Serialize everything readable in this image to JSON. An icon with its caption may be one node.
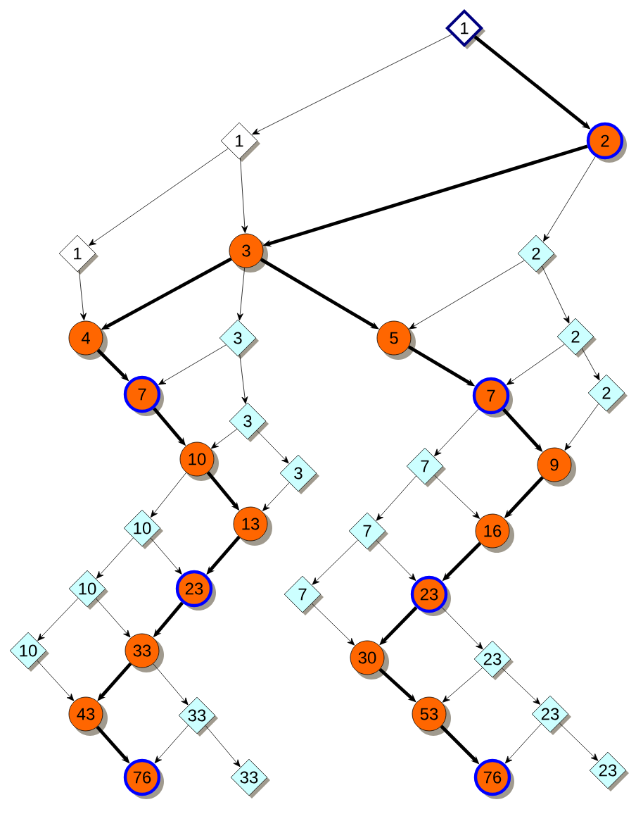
{
  "diagram": {
    "nodes": [
      {
        "text": [
          "1"
        ]
      },
      {
        "text": [
          "1"
        ]
      },
      {
        "text": [
          "2"
        ]
      },
      {
        "text": [
          "1"
        ]
      },
      {
        "text": [
          "3"
        ]
      },
      {
        "text": [
          "2"
        ]
      },
      {
        "text": [
          "4"
        ]
      },
      {
        "text": [
          "3"
        ]
      },
      {
        "text": [
          "5"
        ]
      },
      {
        "text": [
          "2"
        ]
      },
      {
        "text": [
          "7"
        ]
      },
      {
        "text": [
          "3"
        ]
      },
      {
        "text": [
          "7"
        ]
      },
      {
        "text": [
          "2"
        ]
      },
      {
        "text": [
          "10"
        ]
      },
      {
        "text": [
          "3"
        ]
      },
      {
        "text": [
          "7"
        ]
      },
      {
        "text": [
          "9"
        ]
      },
      {
        "text": [
          "10"
        ]
      },
      {
        "text": [
          "13"
        ]
      },
      {
        "text": [
          "7"
        ]
      },
      {
        "text": [
          "16"
        ]
      },
      {
        "text": [
          "10"
        ]
      },
      {
        "text": [
          "23"
        ]
      },
      {
        "text": [
          "7"
        ]
      },
      {
        "text": [
          "23"
        ]
      },
      {
        "text": [
          "10"
        ]
      },
      {
        "text": [
          "33"
        ]
      },
      {
        "text": [
          "30"
        ]
      },
      {
        "text": [
          "23"
        ]
      },
      {
        "text": [
          "43"
        ]
      },
      {
        "text": [
          "33"
        ]
      },
      {
        "text": [
          "53"
        ]
      },
      {
        "text": [
          "23"
        ]
      },
      {
        "text": [
          "76"
        ]
      },
      {
        "text": [
          "33"
        ]
      },
      {
        "text": [
          "76"
        ]
      },
      {
        "text": [
          "23"
        ]
      }
    ],
    "edges": [
      {
        "from": 0,
        "to": 1,
        "arrow": "to"
      },
      {
        "from": 0,
        "to": 2,
        "arrow": "to",
        "style": "thick"
      },
      {
        "from": 1,
        "to": 3,
        "arrow": "to"
      },
      {
        "from": 1,
        "to": 4,
        "arrow": "to"
      },
      {
        "from": 2,
        "to": 4,
        "arrow": "to",
        "style": "thick"
      },
      {
        "from": 2,
        "to": 5,
        "arrow": "to"
      },
      {
        "from": 3,
        "to": 6,
        "arrow": "to"
      },
      {
        "from": 4,
        "to": 6,
        "arrow": "to",
        "style": "thick"
      },
      {
        "from": 4,
        "to": 7,
        "arrow": "to"
      },
      {
        "from": 4,
        "to": 8,
        "arrow": "to",
        "style": "thick"
      },
      {
        "from": 5,
        "to": 8,
        "arrow": "to"
      },
      {
        "from": 5,
        "to": 9,
        "arrow": "to"
      },
      {
        "from": 6,
        "to": 10,
        "arrow": "to",
        "style": "thick"
      },
      {
        "from": 7,
        "to": 10,
        "arrow": "to"
      },
      {
        "from": 7,
        "to": 11,
        "arrow": "to"
      },
      {
        "from": 8,
        "to": 12,
        "arrow": "to",
        "style": "thick"
      },
      {
        "from": 9,
        "to": 12,
        "arrow": "to"
      },
      {
        "from": 9,
        "to": 13,
        "arrow": "to"
      },
      {
        "from": 10,
        "to": 14,
        "arrow": "to",
        "style": "thick"
      },
      {
        "from": 11,
        "to": 14,
        "arrow": "to"
      },
      {
        "from": 11,
        "to": 15,
        "arrow": "to"
      },
      {
        "from": 12,
        "to": 16,
        "arrow": "to"
      },
      {
        "from": 12,
        "to": 17,
        "arrow": "to",
        "style": "thick"
      },
      {
        "from": 13,
        "to": 17,
        "arrow": "to"
      },
      {
        "from": 14,
        "to": 18,
        "arrow": "to"
      },
      {
        "from": 14,
        "to": 19,
        "arrow": "to",
        "style": "thick"
      },
      {
        "from": 15,
        "to": 19,
        "arrow": "to"
      },
      {
        "from": 16,
        "to": 20,
        "arrow": "to"
      },
      {
        "from": 16,
        "to": 21,
        "arrow": "to"
      },
      {
        "from": 17,
        "to": 21,
        "arrow": "to",
        "style": "thick"
      },
      {
        "from": 18,
        "to": 22,
        "arrow": "to"
      },
      {
        "from": 18,
        "to": 23,
        "arrow": "to"
      },
      {
        "from": 19,
        "to": 23,
        "arrow": "to",
        "style": "thick"
      },
      {
        "from": 20,
        "to": 24,
        "arrow": "to"
      },
      {
        "from": 20,
        "to": 25,
        "arrow": "to"
      },
      {
        "from": 21,
        "to": 25,
        "arrow": "to",
        "style": "thick"
      },
      {
        "from": 22,
        "to": 26,
        "arrow": "to"
      },
      {
        "from": 22,
        "to": 27,
        "arrow": "to"
      },
      {
        "from": 23,
        "to": 27,
        "arrow": "to",
        "style": "thick"
      },
      {
        "from": 24,
        "to": 28,
        "arrow": "to"
      },
      {
        "from": 25,
        "to": 28,
        "arrow": "to",
        "style": "thick"
      },
      {
        "from": 25,
        "to": 29,
        "arrow": "to"
      },
      {
        "from": 26,
        "to": 30,
        "arrow": "to"
      },
      {
        "from": 27,
        "to": 30,
        "arrow": "to",
        "style": "thick"
      },
      {
        "from": 27,
        "to": 31,
        "arrow": "to"
      },
      {
        "from": 28,
        "to": 32,
        "arrow": "to",
        "style": "thick"
      },
      {
        "from": 29,
        "to": 32,
        "arrow": "to"
      },
      {
        "from": 29,
        "to": 33,
        "arrow": "to"
      },
      {
        "from": 30,
        "to": 34,
        "arrow": "to",
        "style": "thick"
      },
      {
        "from": 31,
        "to": 34,
        "arrow": "to"
      },
      {
        "from": 31,
        "to": 35,
        "arrow": "to"
      },
      {
        "from": 32,
        "to": 36,
        "arrow": "to",
        "style": "thick"
      },
      {
        "from": 33,
        "to": 36,
        "arrow": "to"
      },
      {
        "from": 33,
        "to": 37,
        "arrow": "to"
      }
    ]
  }
}
